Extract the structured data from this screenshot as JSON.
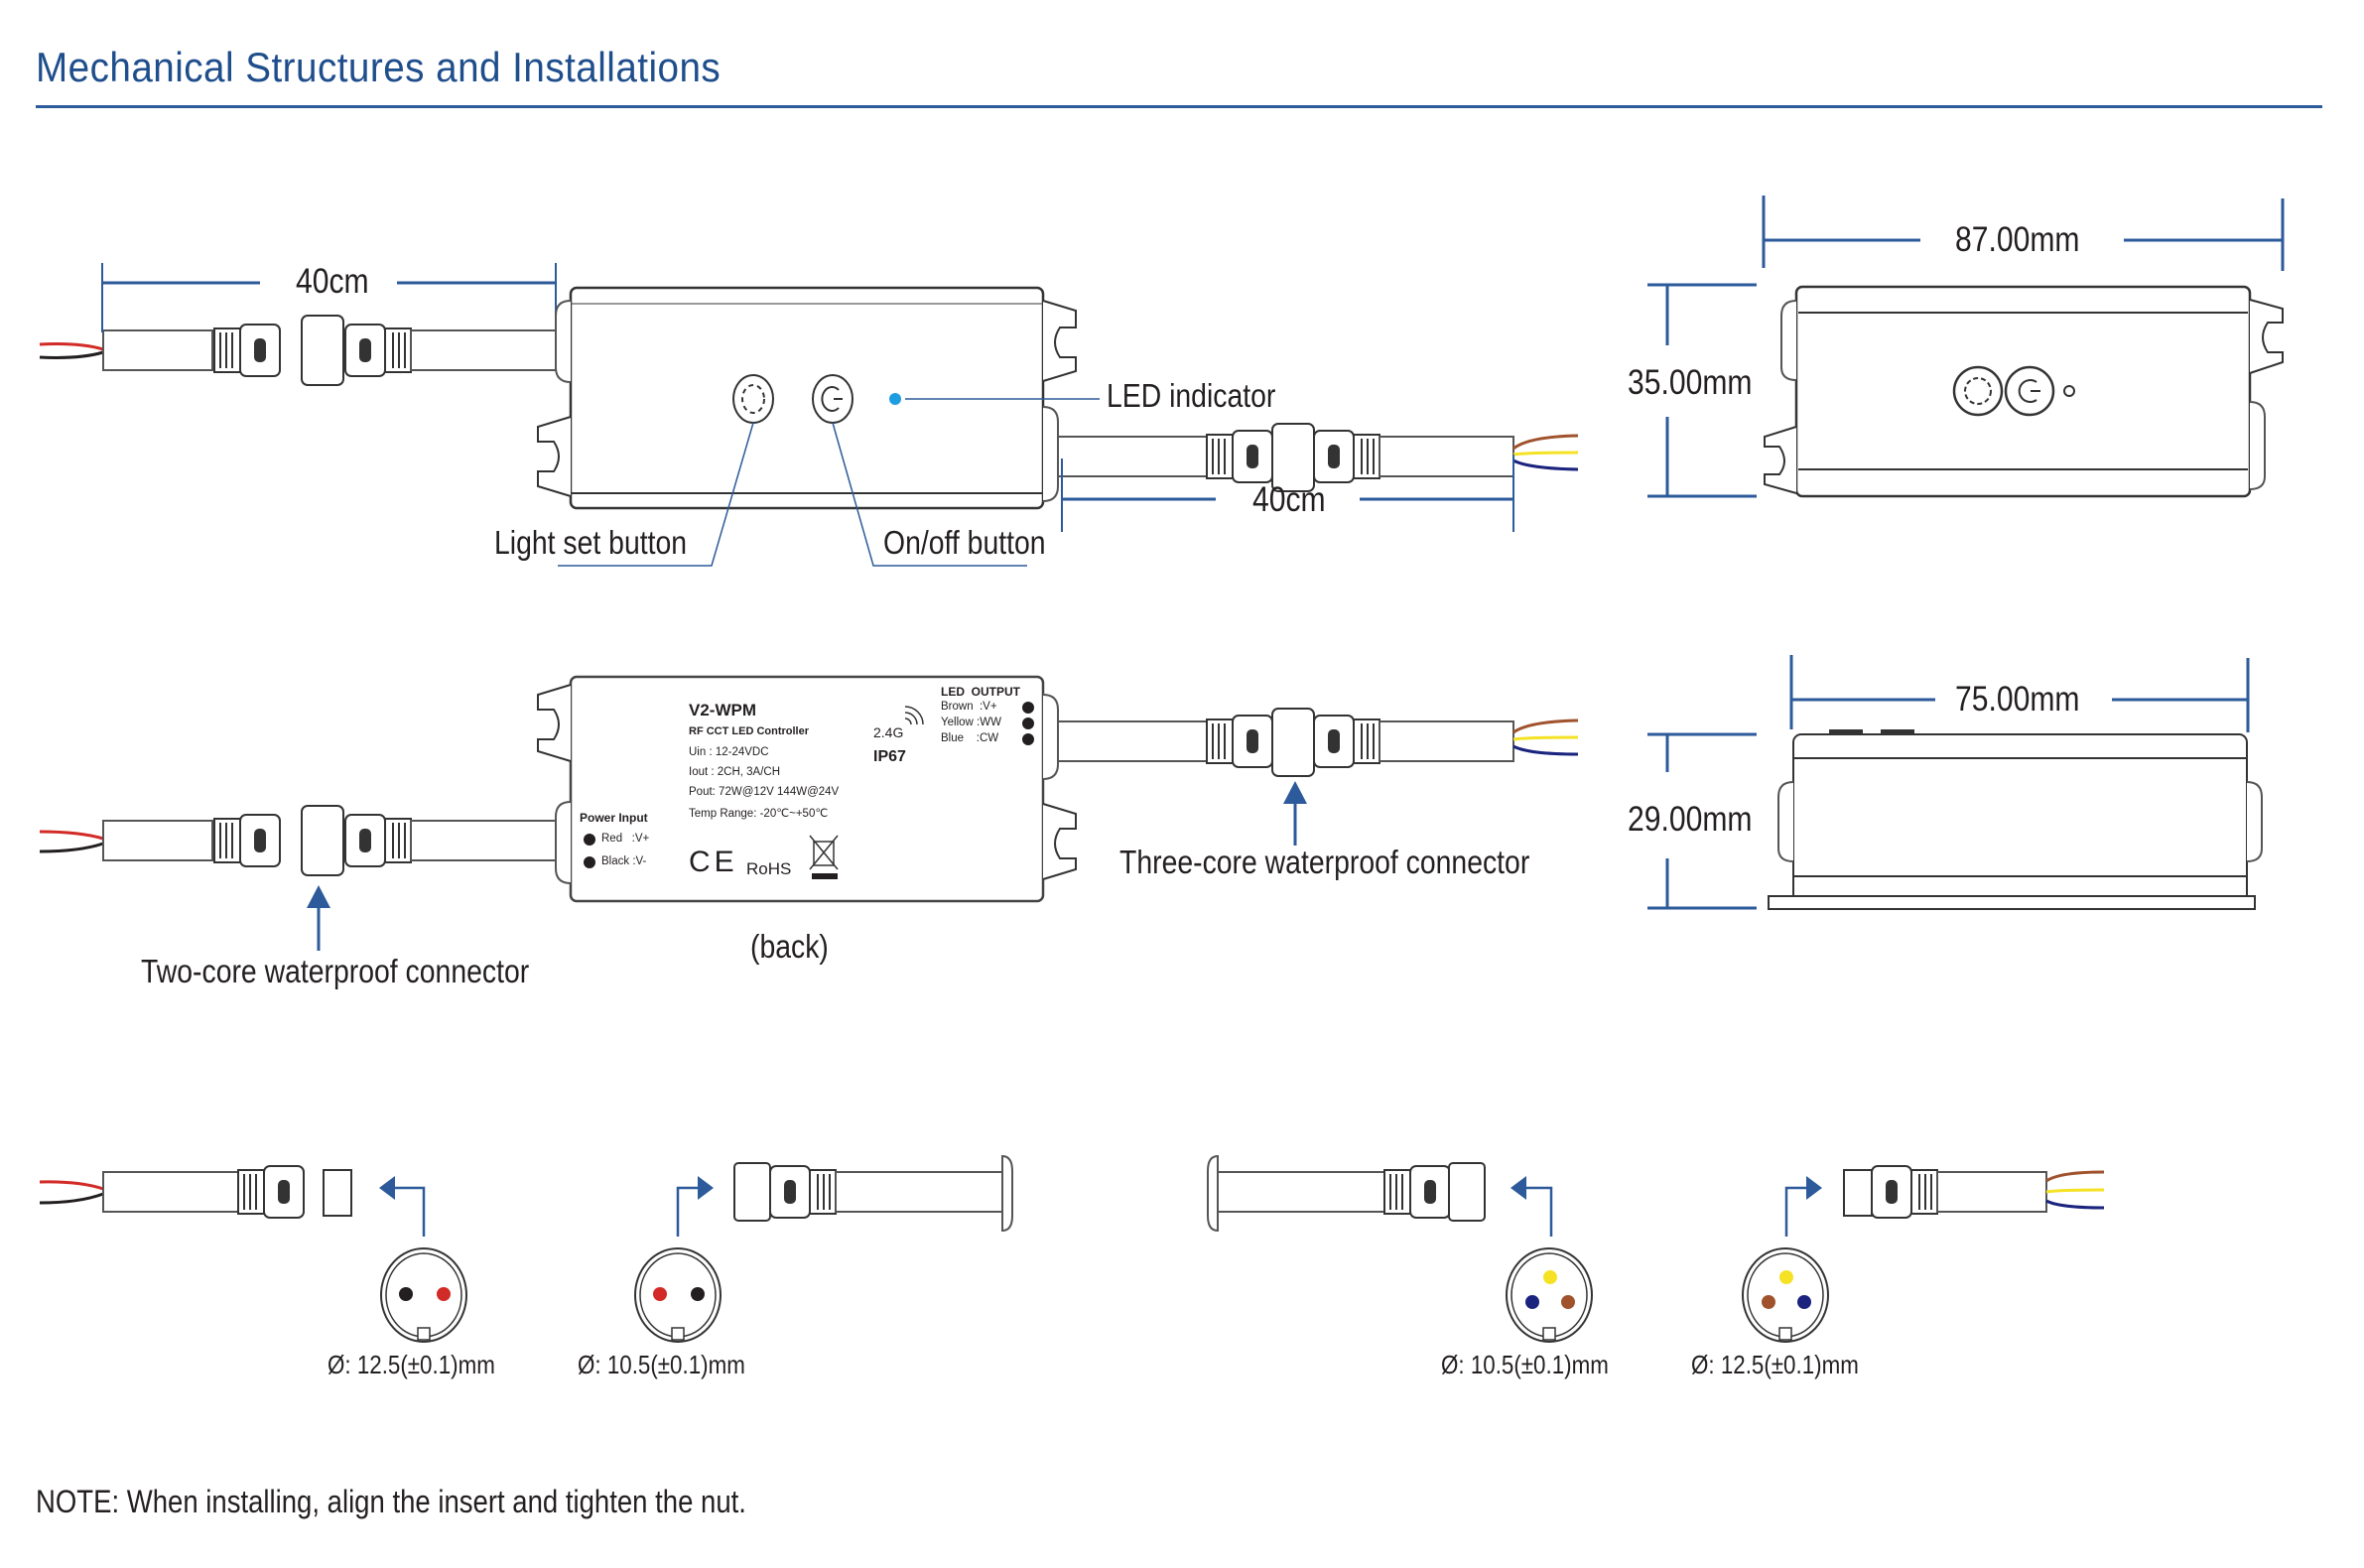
{
  "page": {
    "title": "Mechanical Structures and Installations",
    "note": "NOTE: When installing, align the insert and tighten the nut."
  },
  "front_view": {
    "cable_length_left": "40cm",
    "cable_length_right": "40cm",
    "callouts": {
      "led_indicator": "LED indicator",
      "light_set_button": "Light set button",
      "on_off_button": "On/off button"
    }
  },
  "top_view": {
    "width": "87.00mm",
    "height": "35.00mm"
  },
  "side_view": {
    "width": "75.00mm",
    "height": "29.00mm"
  },
  "back_view": {
    "caption": "(back)",
    "two_core_label": "Two-core waterproof connector",
    "three_core_label": "Three-core waterproof connector",
    "label": {
      "model": "V2-WPM",
      "subtitle": "RF CCT LED Controller",
      "rf": "2.4G",
      "ip": "IP67",
      "specs": [
        "Uin : 12-24VDC",
        "Iout : 2CH, 3A/CH",
        "Pout: 72W@12V  144W@24V",
        "Temp Range: -20℃~+50℃"
      ],
      "power_input": {
        "title": "Power Input",
        "rows": [
          "Red   :V+",
          "Black :V-"
        ]
      },
      "led_output": {
        "title": "LED  OUTPUT",
        "rows": [
          "Brown  :V+",
          "Yellow :WW",
          "Blue    :CW"
        ]
      },
      "certs": {
        "ce": "CE",
        "rohs": "RoHS"
      }
    }
  },
  "connectors": [
    {
      "diameter": "Ø: 12.5(±0.1)mm",
      "pins": [
        "#231f20",
        "#d22a26"
      ]
    },
    {
      "diameter": "Ø: 10.5(±0.1)mm",
      "pins": [
        "#d22a26",
        "#231f20"
      ]
    },
    {
      "diameter": "Ø: 10.5(±0.1)mm",
      "pins": [
        "#f5e225",
        "#1a237e",
        "#a0522d"
      ]
    },
    {
      "diameter": "Ø: 12.5(±0.1)mm",
      "pins": [
        "#f5e225",
        "#a0522d",
        "#1a237e"
      ]
    }
  ],
  "colors": {
    "accent": "#2c5a9a",
    "led": "#1e9de0",
    "wire_red": "#d22a26",
    "wire_black": "#231f20",
    "wire_brown": "#a0522d",
    "wire_yellow": "#f5e225",
    "wire_blue": "#1a237e"
  }
}
